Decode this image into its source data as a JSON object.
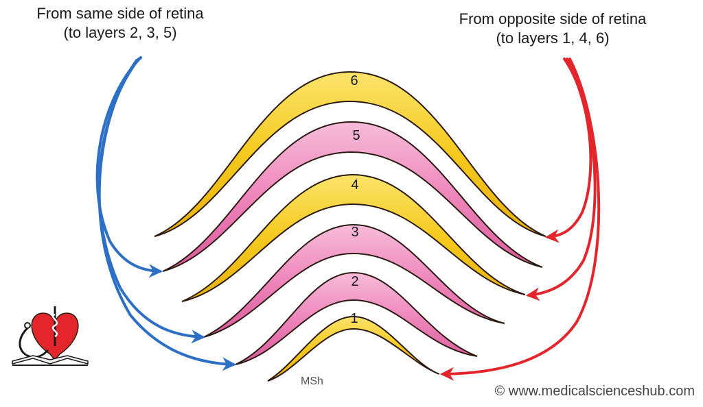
{
  "left_source": {
    "line1": "From same side of retina",
    "line2": "(to layers 2, 3, 5)"
  },
  "right_source": {
    "line1": "From opposite side of retina",
    "line2": "(to layers 1, 4, 6)"
  },
  "layers": [
    {
      "number": "6",
      "color": "yellow"
    },
    {
      "number": "5",
      "color": "pink"
    },
    {
      "number": "4",
      "color": "yellow"
    },
    {
      "number": "3",
      "color": "pink"
    },
    {
      "number": "2",
      "color": "pink"
    },
    {
      "number": "1",
      "color": "yellow"
    }
  ],
  "colors": {
    "yellow": "#f7d030",
    "pink": "#ef8fc0",
    "ipsilateral_arrow": "#2d6fc4",
    "contralateral_arrow": "#e3262b",
    "outline": "#2a1a10"
  },
  "signature": "MSh",
  "copyright": "© www.medicalscienceshub.com"
}
